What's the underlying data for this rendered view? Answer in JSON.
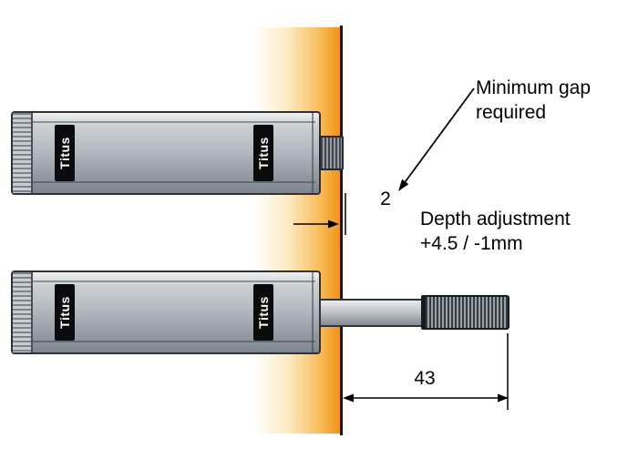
{
  "diagram": {
    "brand": "Titus",
    "annotations": {
      "min_gap_line1": "Minimum gap",
      "min_gap_line2": "required",
      "gap_value": "2",
      "depth_line1": "Depth adjustment",
      "depth_line2": "+4.5 / -1mm",
      "width_value": "43"
    },
    "colors": {
      "glow_strong": "#f29111",
      "glow_soft": "#fbd98e",
      "panel_line": "#111111",
      "device_body": "#b5bbc1",
      "device_border": "#2e3338",
      "label_bg": "#0b0b0d",
      "label_text": "#ffffff"
    }
  }
}
